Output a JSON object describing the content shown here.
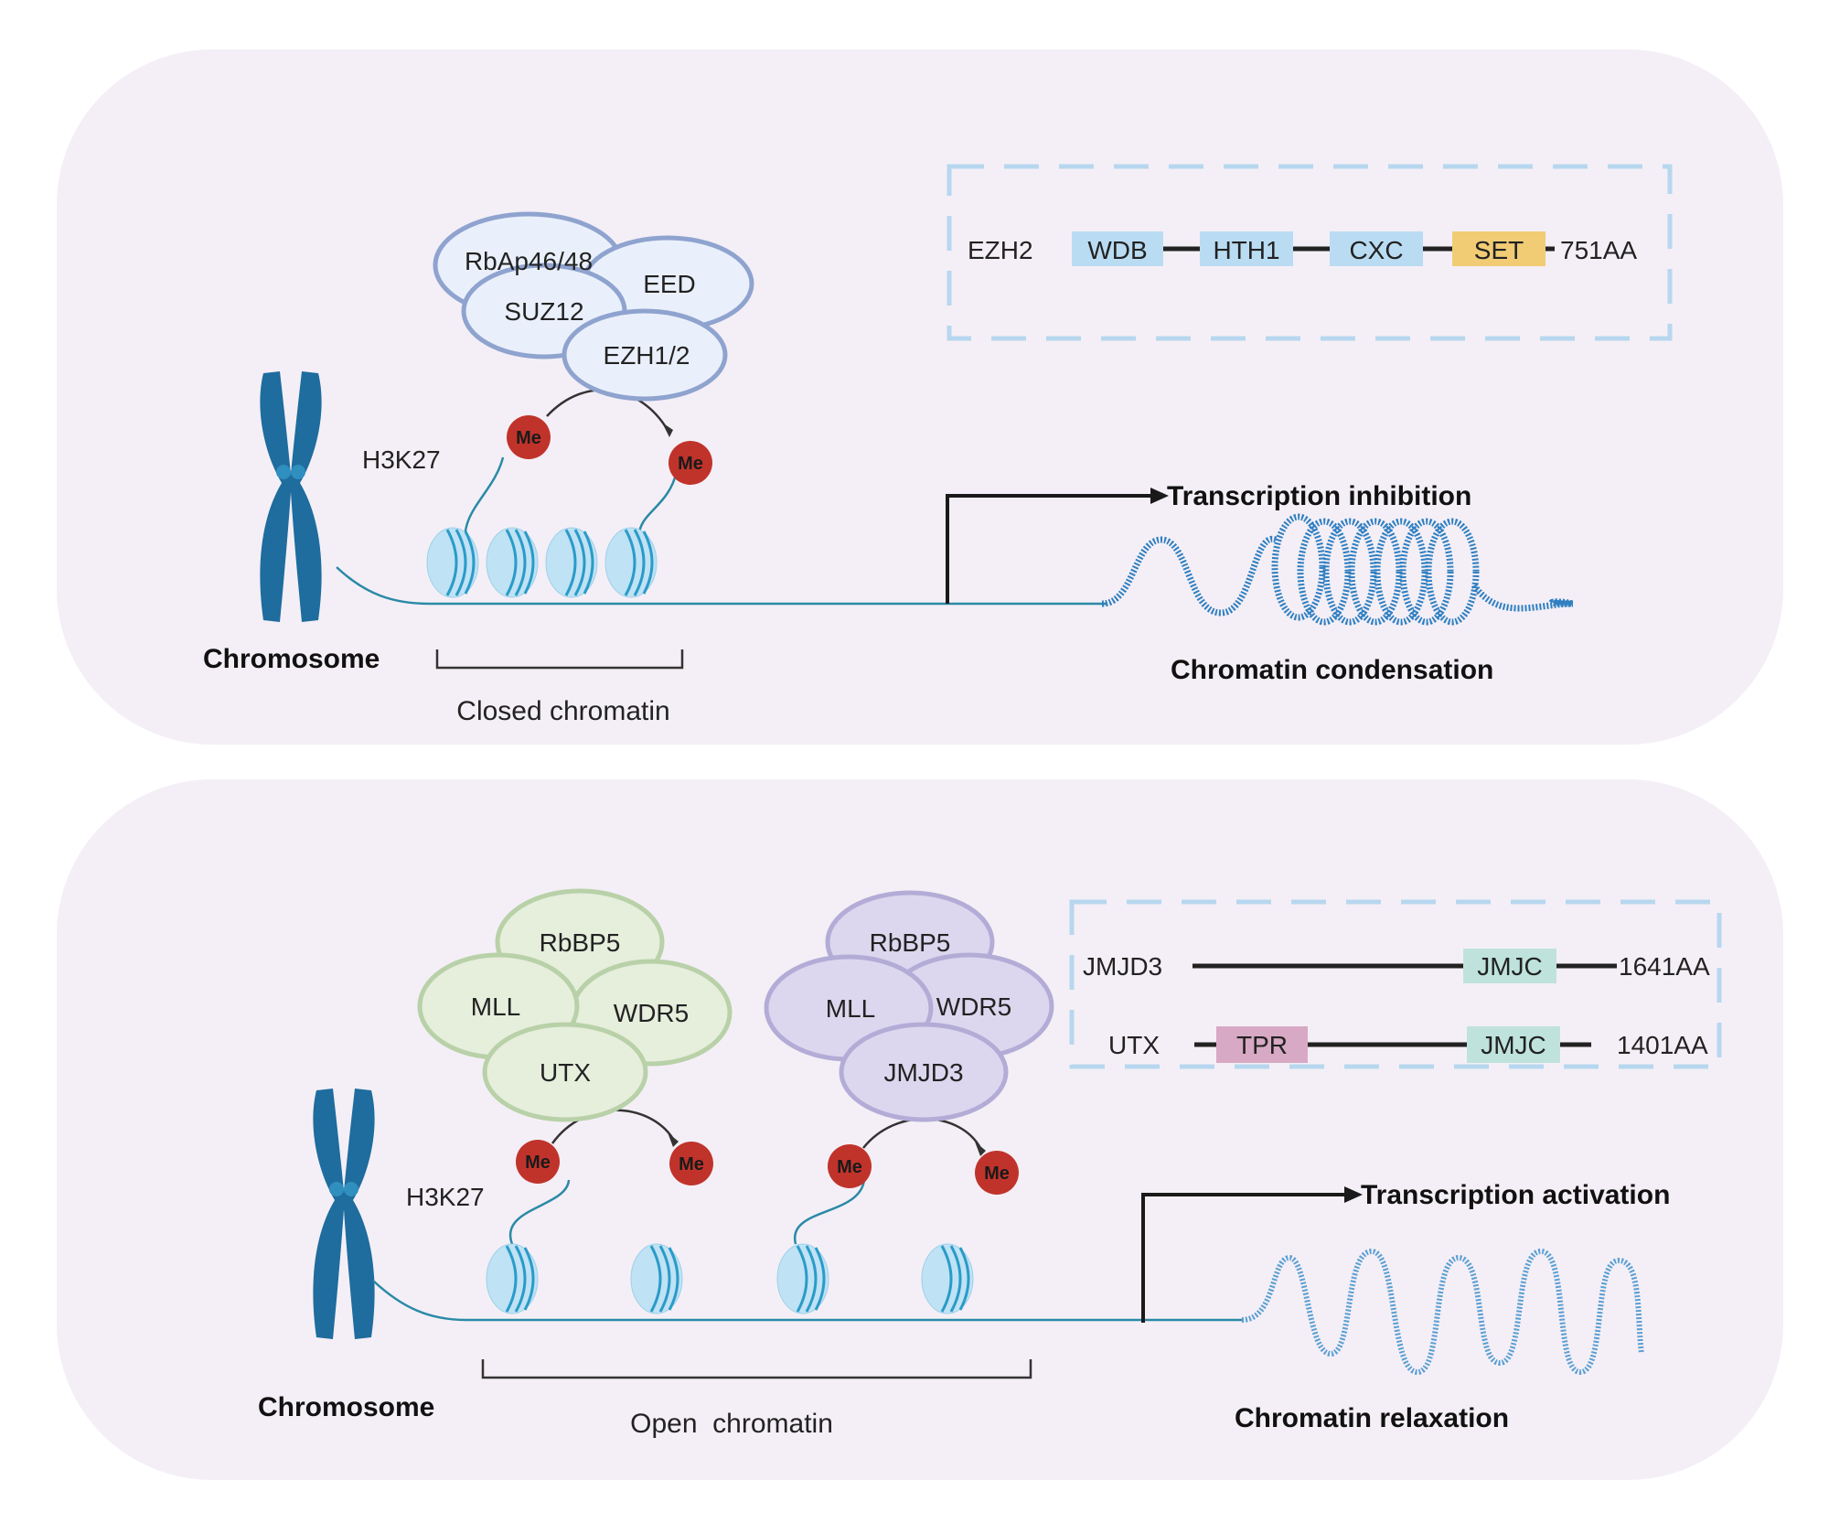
{
  "colors": {
    "panel": "#f4eff6",
    "chromosome": "#1f6c9e",
    "methyl": "#c0332b",
    "dna_line": "#2a8aa6",
    "nucleosome": "#bfe2f4",
    "nucleosome_band": "#2a9bc9",
    "dash_box": "#b7d7ef",
    "wdb": "#b9dcf3",
    "set": "#f1cc75",
    "jmjc": "#bfe3dc",
    "tpr": "#d8a9c4",
    "prc2_fill": "#eaf0fb",
    "prc2_stroke": "#8fa3cf",
    "mll_green_fill": "#e6eedc",
    "mll_green_stroke": "#b8d1a8",
    "mll_purple_fill": "#dcd7ee",
    "mll_purple_stroke": "#b3acd6"
  },
  "top": {
    "complex": [
      "RbAp46/48",
      "EED",
      "SUZ12",
      "EZH1/2"
    ],
    "h3k27": "H3K27",
    "me": "Me",
    "chromosome": "Chromosome",
    "closed_chromatin": "Closed chromatin",
    "transcription": "Transcription inhibition",
    "chromatin_state": "Chromatin condensation",
    "domain": {
      "protein": "EZH2",
      "boxes": [
        "WDB",
        "HTH1",
        "CXC",
        "SET"
      ],
      "length": "751AA"
    }
  },
  "bottom": {
    "complex_left": [
      "RbBP5",
      "MLL",
      "WDR5",
      "UTX"
    ],
    "complex_right": [
      "RbBP5",
      "MLL",
      "WDR5",
      "JMJD3"
    ],
    "h3k27": "H3K27",
    "me": "Me",
    "chromosome": "Chromosome",
    "open_chromatin": "Open  chromatin",
    "transcription": "Transcription activation",
    "chromatin_state": "Chromatin relaxation",
    "jmjd3": {
      "protein": "JMJD3",
      "box": "JMJC",
      "length": "1641AA"
    },
    "utx": {
      "protein": "UTX",
      "boxes": [
        "TPR",
        "JMJC"
      ],
      "length": "1401AA"
    }
  }
}
